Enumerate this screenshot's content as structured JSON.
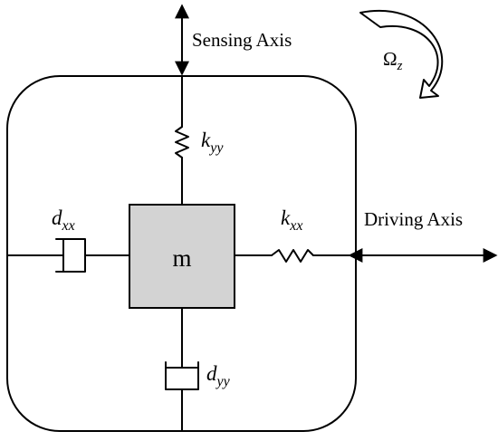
{
  "labels": {
    "sensing_axis": "Sensing Axis",
    "driving_axis": "Driving Axis",
    "mass": "m",
    "omega": {
      "main": "Ω",
      "sub": "z"
    },
    "k_yy": {
      "main": "k",
      "sub": "yy"
    },
    "k_xx": {
      "main": "k",
      "sub": "xx"
    },
    "d_xx": {
      "main": "d",
      "sub": "xx"
    },
    "d_yy": {
      "main": "d",
      "sub": "yy"
    }
  },
  "colors": {
    "mass_fill": "#d3d3d3",
    "line": "#000000",
    "background": "#ffffff"
  }
}
